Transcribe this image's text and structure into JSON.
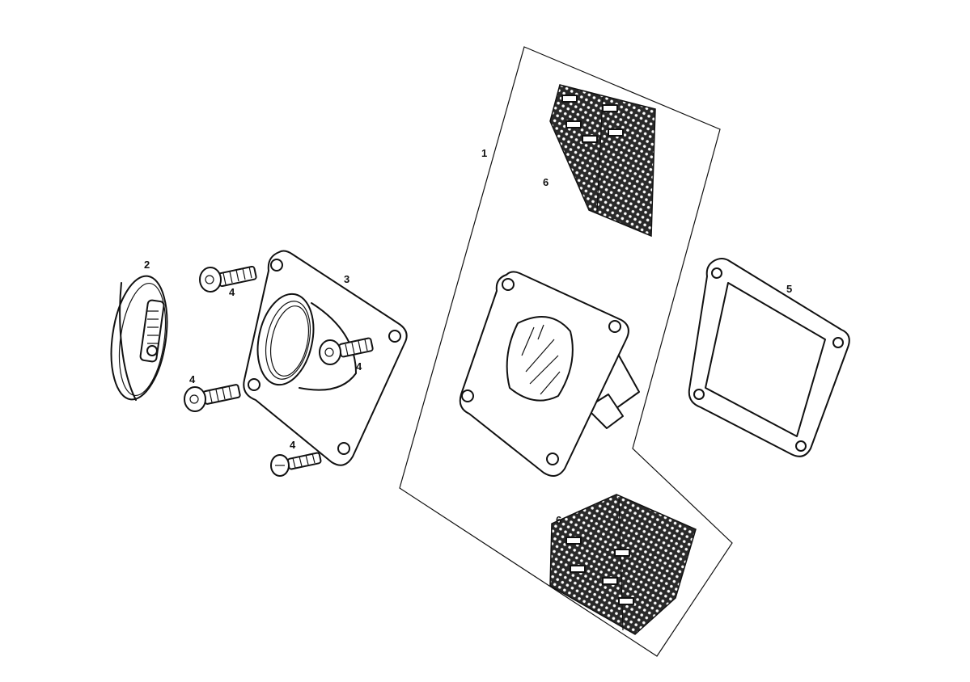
{
  "diagram": {
    "colors": {
      "ink": "#111111",
      "background": "#ffffff"
    },
    "callouts": [
      {
        "id": "c1",
        "text": "1"
      },
      {
        "id": "c2",
        "text": "2"
      },
      {
        "id": "c3",
        "text": "3"
      },
      {
        "id": "c4a",
        "text": "4"
      },
      {
        "id": "c4b",
        "text": "4"
      },
      {
        "id": "c4c",
        "text": "4"
      },
      {
        "id": "c4d",
        "text": "4"
      },
      {
        "id": "c5",
        "text": "5"
      },
      {
        "id": "c6a",
        "text": "6"
      },
      {
        "id": "c6b",
        "text": "6"
      }
    ]
  }
}
